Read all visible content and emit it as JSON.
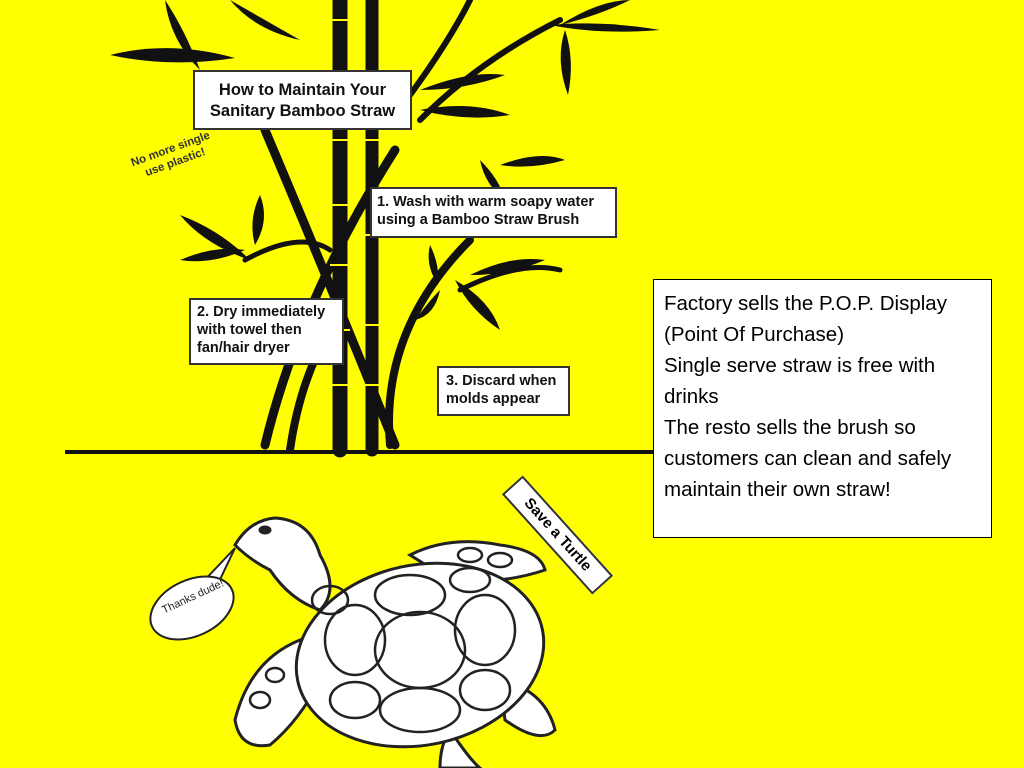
{
  "title": "How to Maintain Your Sanitary Bamboo Straw",
  "tagline": "No more single use plastic!",
  "steps": [
    {
      "label": "1. Wash with warm soapy water using a Bamboo Straw Brush"
    },
    {
      "label": "2. Dry immediately with  towel then fan/hair dryer"
    },
    {
      "label": "3. Discard when molds appear"
    }
  ],
  "info_box": {
    "lines": [
      "Factory sells the P.O.P. Display (Point Of Purchase)",
      "Single serve straw is free with drinks",
      "The resto sells the brush so customers can clean and safely maintain their own straw!"
    ]
  },
  "save_turtle": "Save a Turtle",
  "speech_bubble": "Thanks dude!",
  "colors": {
    "background": "#FFFF00",
    "ink": "#111111"
  }
}
